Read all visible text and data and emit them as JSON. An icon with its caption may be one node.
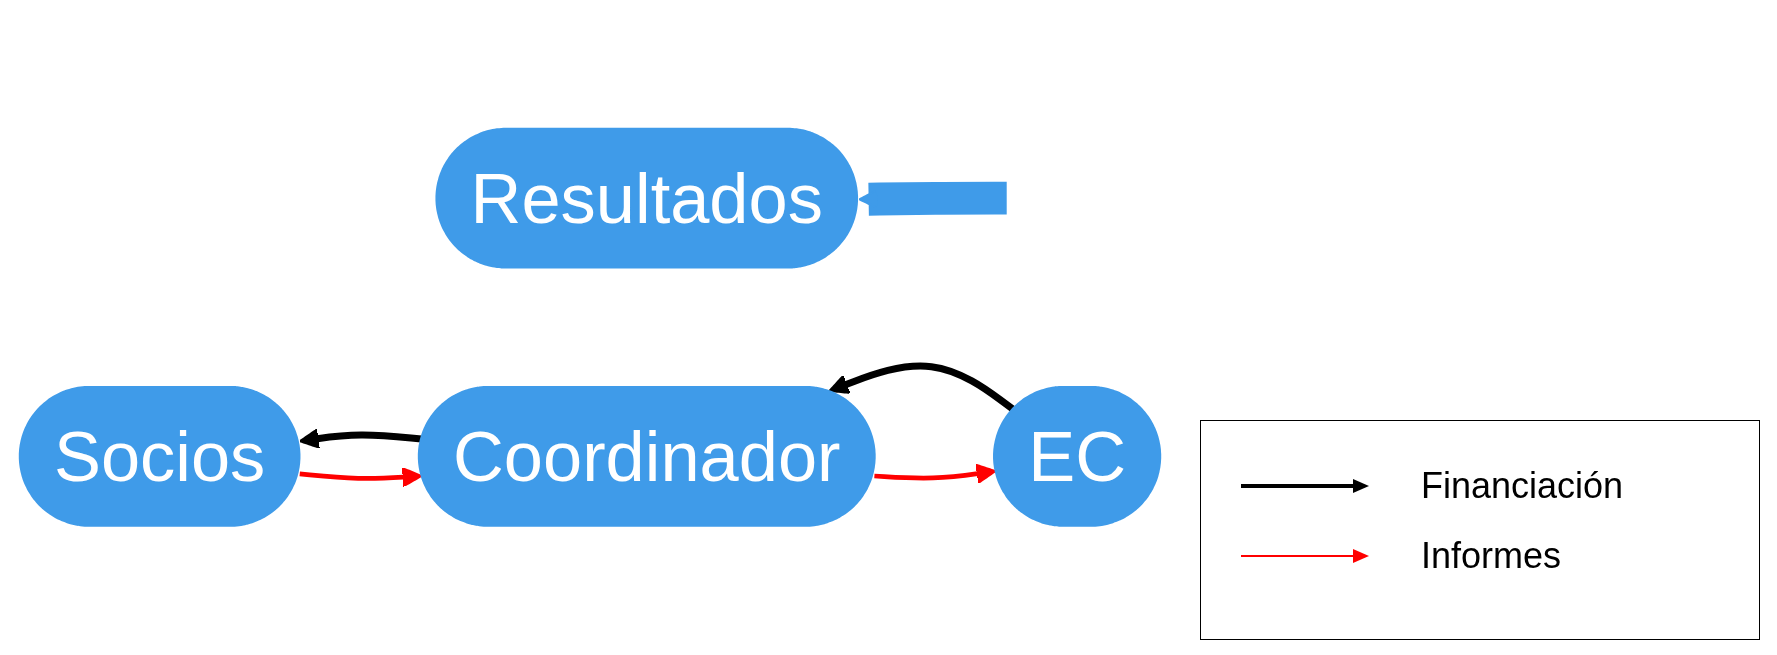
{
  "diagram": {
    "nodes": [
      {
        "text": [
          "Resultados"
        ]
      },
      {
        "text": [
          "EC"
        ]
      },
      {
        "text": [
          "Coordinador"
        ]
      },
      {
        "text": [
          "Socios"
        ]
      }
    ],
    "edges": [
      {
        "from": null,
        "to": 0,
        "arrow": "to",
        "style": "thick",
        "color": "#3f9be9"
      },
      {
        "from": 1,
        "to": 2,
        "arrow": "to"
      },
      {
        "from": 2,
        "to": 1,
        "arrow": "to",
        "color": "#ff0000"
      },
      {
        "from": 2,
        "to": 3,
        "arrow": "to"
      },
      {
        "from": 3,
        "to": 2,
        "arrow": "to",
        "color": "#ff0000"
      }
    ],
    "legend": [
      {
        "text": "Financiación"
      },
      {
        "text": "Informes"
      }
    ]
  }
}
